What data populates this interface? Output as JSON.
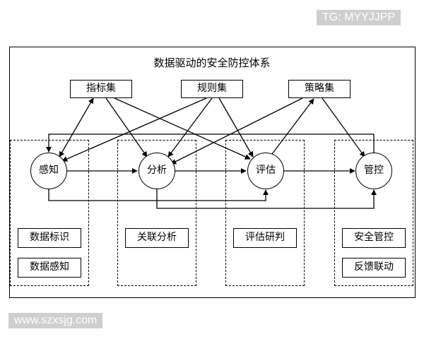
{
  "watermark_top": "TG: MYYJJPP",
  "watermark_bottom": "www.szxsjg.com",
  "title": "数据驱动的安全防控体系",
  "sets": {
    "indicator": "指标集",
    "rule": "规则集",
    "strategy": "策略集"
  },
  "nodes": {
    "perceive": "感知",
    "analyze": "分析",
    "evaluate": "评估",
    "control": "管控"
  },
  "modules": {
    "data_labeling": "数据标识",
    "data_perception": "数据感知",
    "correlation_analysis": "关联分析",
    "evaluation_judgment": "评估研判",
    "security_control": "安全管控",
    "feedback_linkage": "反馈联动"
  },
  "colors": {
    "line": "#000000",
    "watermark_bg": "#cfcfcf"
  }
}
